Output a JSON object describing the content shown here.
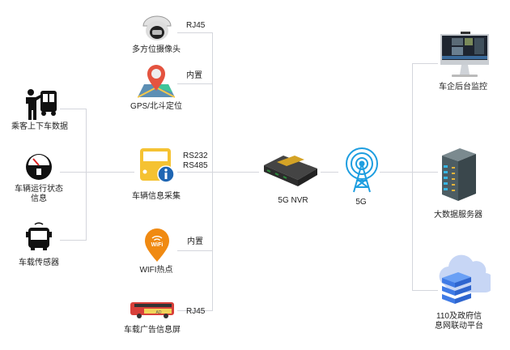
{
  "inputs": [
    {
      "label": "乘客上下车数据",
      "icon": "passenger-bus-icon"
    },
    {
      "label_lines": [
        "车辆运行状态",
        "信息"
      ],
      "icon": "fuel-gauge-icon"
    },
    {
      "label": "车载传感器",
      "icon": "bus-sensor-icon"
    }
  ],
  "devices": [
    {
      "label": "多方位摄像头",
      "link": "RJ45",
      "icon": "dome-camera-icon"
    },
    {
      "label": "GPS/北斗定位",
      "link": "内置",
      "icon": "map-pin-icon"
    },
    {
      "label": "车辆信息采集",
      "link_lines": [
        "RS232",
        "RS485"
      ],
      "icon": "info-terminal-icon"
    },
    {
      "label": "WIFI热点",
      "link": "内置",
      "icon": "wifi-pin-icon"
    },
    {
      "label": "车载广告信息屏",
      "link": "RJ45",
      "icon": "ad-bus-icon"
    }
  ],
  "core": {
    "nvr_label": "5G NVR",
    "network_label": "5G"
  },
  "outputs": [
    {
      "label": "车企后台监控",
      "icon": "monitor-icon"
    },
    {
      "label": "大数据服务器",
      "icon": "server-rack-icon"
    },
    {
      "label_lines": [
        "110及政府信",
        "息网联动平台"
      ],
      "icon": "cloud-server-icon"
    }
  ],
  "colors": {
    "line": "#d4d6dc",
    "tower": "#1e9ee0",
    "wifi": "#f08a12",
    "gps": "#e4533f",
    "info": "#f5c232"
  }
}
